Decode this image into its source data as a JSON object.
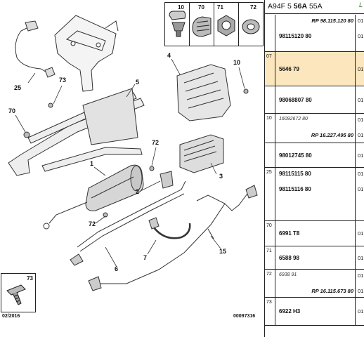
{
  "header": {
    "prefix": "A94F 5",
    "highlight": "56A",
    "suffix": "55A",
    "corner": "L"
  },
  "thumbnails": [
    {
      "label": "10",
      "icon": "clip-fastener-icon"
    },
    {
      "label": "70",
      "icon": "grommet-icon"
    },
    {
      "label": "71",
      "icon": "nut-icon"
    },
    {
      "label": "72",
      "icon": "washer-icon"
    }
  ],
  "callouts": {
    "c25": "25",
    "c73a": "73",
    "c70": "70",
    "c5": "5",
    "c4": "4",
    "c10": "10",
    "c72a": "72",
    "c1": "1",
    "c2": "2",
    "c3": "3",
    "c72b": "72",
    "c7": "7",
    "c6": "6",
    "c15": "15"
  },
  "inset": {
    "label": "73",
    "icon": "bolt-icon"
  },
  "footer": {
    "left": "02/2016",
    "right": "00097316"
  },
  "groups": [
    {
      "num": "",
      "refs": [
        {
          "type": "rp",
          "text": "RP 98.115.120 80",
          "qty": "01"
        },
        {
          "type": "main",
          "text": "98115120 80",
          "qty": "01"
        }
      ]
    },
    {
      "num": "07",
      "highlight": true,
      "refs": [
        {
          "type": "main",
          "text": "5646 79",
          "qty": "01"
        }
      ]
    },
    {
      "num": "",
      "refs": [
        {
          "type": "main",
          "text": "98068807 80",
          "qty": "01"
        }
      ]
    },
    {
      "num": "10",
      "refs": [
        {
          "type": "old",
          "text": "16092672 80",
          "qty": "01"
        },
        {
          "type": "rp",
          "text": "RP 16.227.495 80",
          "qty": "01"
        }
      ]
    },
    {
      "num": "",
      "refs": [
        {
          "type": "main",
          "text": "98012745 80",
          "qty": "01"
        }
      ]
    },
    {
      "num": "25",
      "refs": [
        {
          "type": "main",
          "text": "98115115 80",
          "qty": "01"
        },
        {
          "type": "main",
          "text": "98115116 80",
          "qty": "01"
        }
      ]
    },
    {
      "num": "70",
      "refs": [
        {
          "type": "main",
          "text": "6991 T8",
          "qty": "01"
        }
      ]
    },
    {
      "num": "71",
      "refs": [
        {
          "type": "main",
          "text": "6588 98",
          "qty": "01"
        }
      ]
    },
    {
      "num": "72",
      "refs": [
        {
          "type": "old",
          "text": "6938 91",
          "qty": "01"
        },
        {
          "type": "rp",
          "text": "RP 16.115.673 80",
          "qty": "01"
        }
      ]
    },
    {
      "num": "73",
      "refs": [
        {
          "type": "main",
          "text": "6922 H3",
          "qty": "01"
        }
      ]
    }
  ]
}
